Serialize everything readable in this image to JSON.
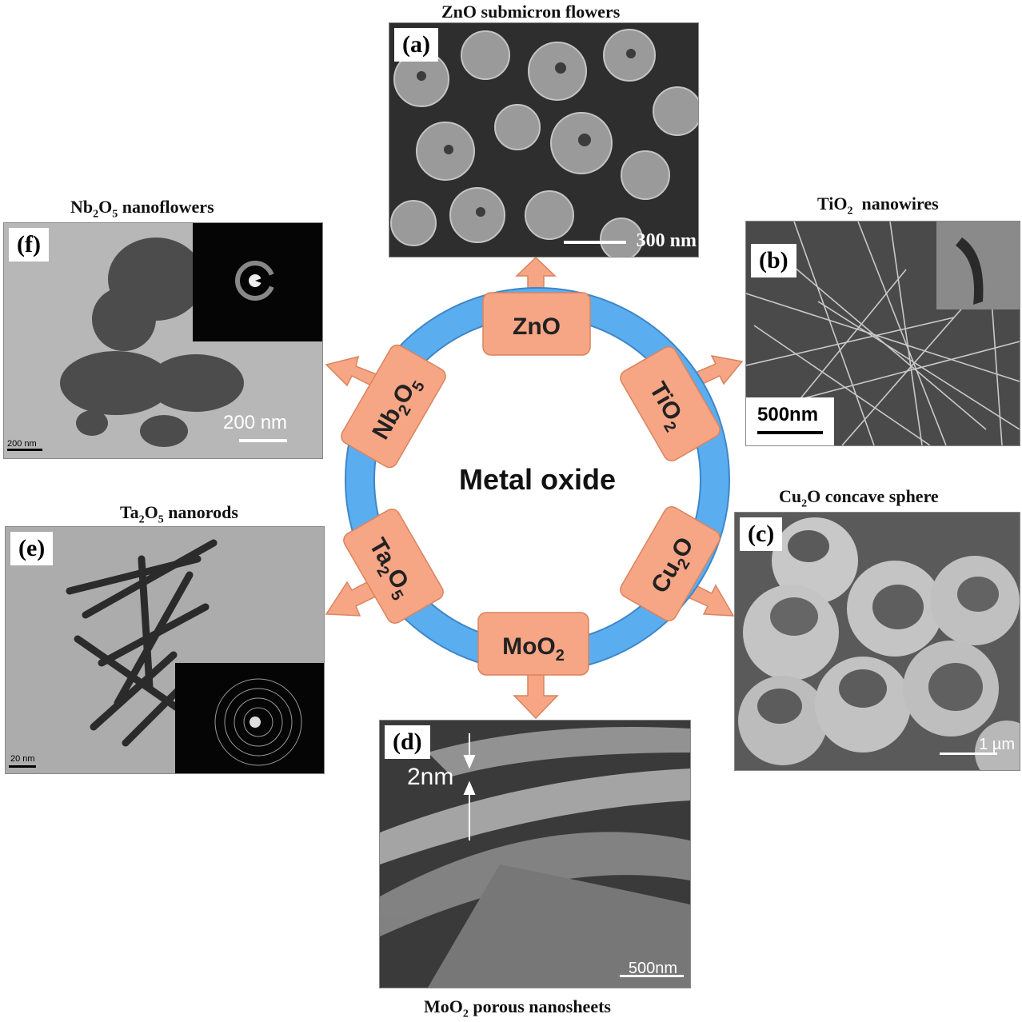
{
  "center": {
    "title": "Metal oxide"
  },
  "colors": {
    "ring": "#5aaef0",
    "ring_edge": "#3f86c7",
    "node": "#f6a585",
    "node_edge": "#d9845f"
  },
  "nodes": {
    "zno": {
      "base": "ZnO",
      "sub1": "",
      "mid": "",
      "sub2": ""
    },
    "tio2": {
      "base": "TiO",
      "sub1": "2",
      "mid": "",
      "sub2": ""
    },
    "cu2o": {
      "base": "Cu",
      "sub1": "2",
      "mid": "O",
      "sub2": ""
    },
    "moo2": {
      "base": "MoO",
      "sub1": "2",
      "mid": "",
      "sub2": ""
    },
    "ta2o5": {
      "base": "Ta",
      "sub1": "2",
      "mid": "O",
      "sub2": "5"
    },
    "nb2o5": {
      "base": "Nb",
      "sub1": "2",
      "mid": "O",
      "sub2": "5"
    }
  },
  "panels": {
    "a": {
      "tag": "(a)",
      "caption": {
        "pre": "ZnO submicron flowers",
        "sub": "",
        "post": ""
      },
      "scale": "300 nm"
    },
    "b": {
      "tag": "(b)",
      "caption": {
        "pre": "TiO",
        "sub": "2",
        "post": "  nanowires"
      },
      "scale": "500nm"
    },
    "c": {
      "tag": "(c)",
      "caption": {
        "pre": "Cu",
        "sub": "2",
        "post": "O concave sphere"
      },
      "scale": "1 µm"
    },
    "d": {
      "tag": "(d)",
      "caption": {
        "pre": "MoO",
        "sub": "2",
        "post": " porous nanosheets"
      },
      "scale": "500nm",
      "thickness": "2nm"
    },
    "e": {
      "tag": "(e)",
      "caption": {
        "pre": "Ta",
        "sub": "2",
        "post": "O",
        "sub2": "5",
        "post2": " nanorods"
      },
      "scale": "20 nm"
    },
    "f": {
      "tag": "(f)",
      "caption": {
        "pre": "Nb",
        "sub": "2",
        "post": "O",
        "sub2": "5",
        "post2": " nanoflowers"
      },
      "scale": "200 nm",
      "scale_small": "200 nm"
    }
  }
}
